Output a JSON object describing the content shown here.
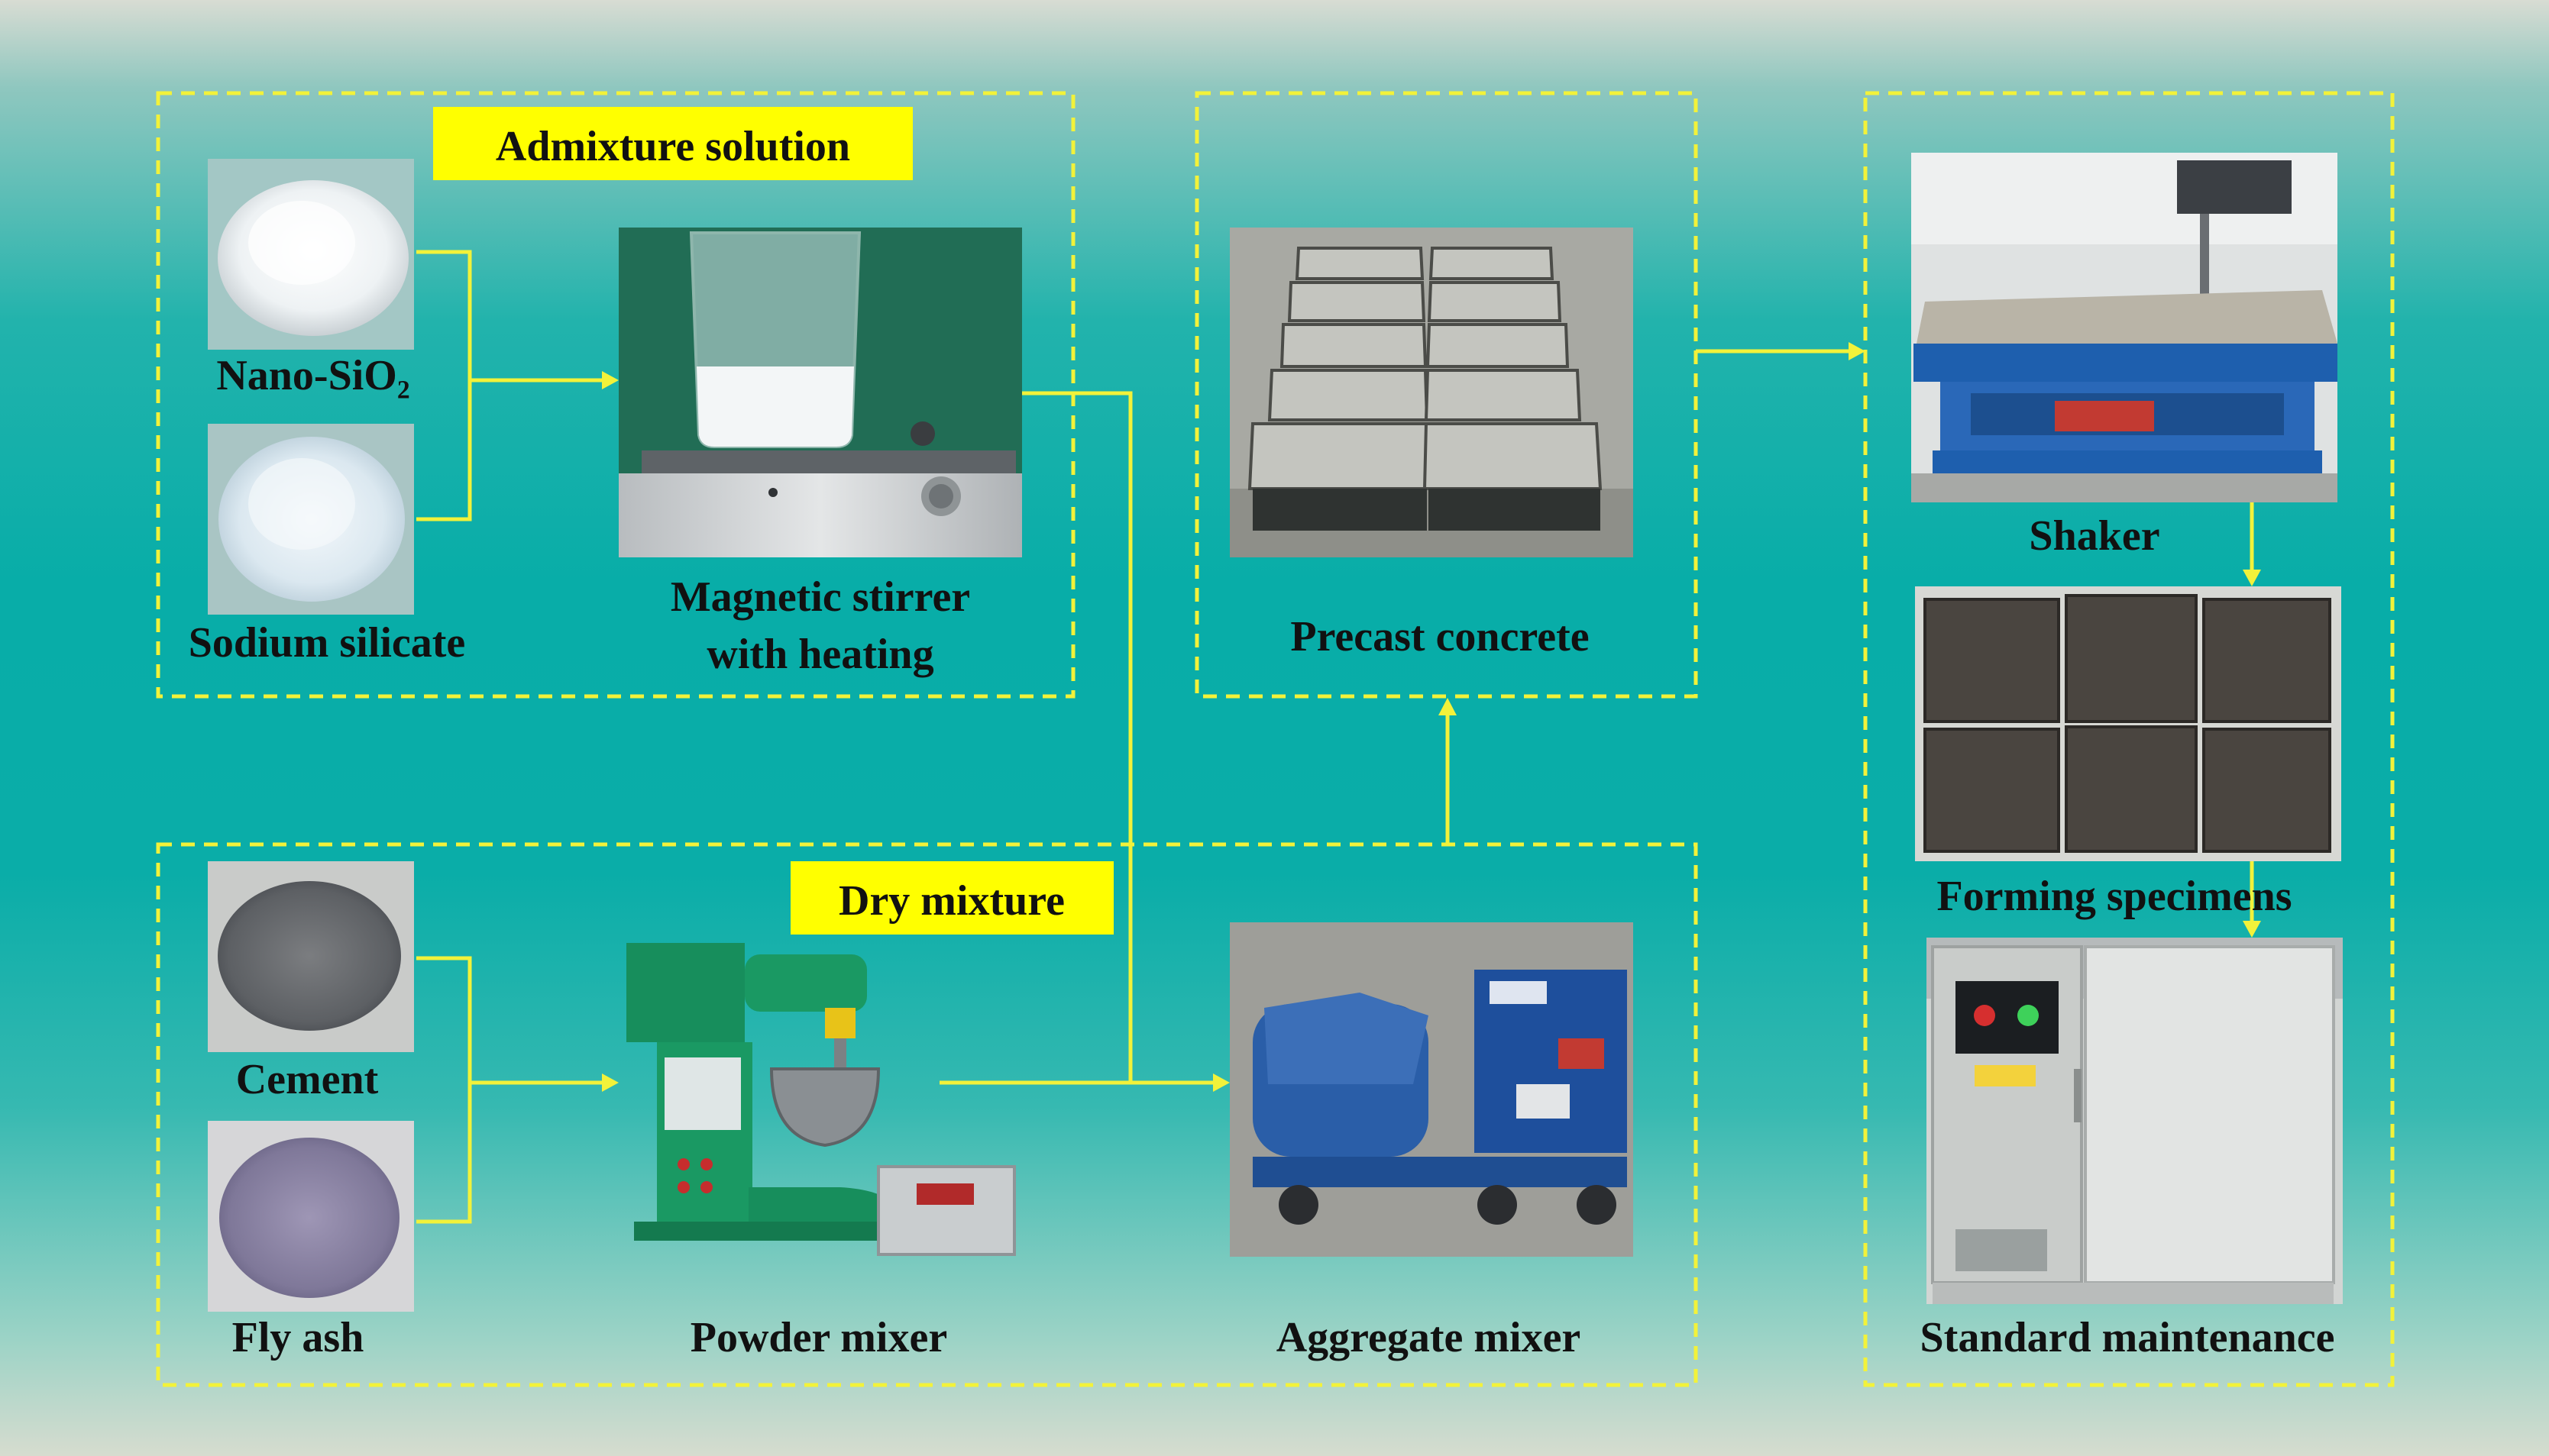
{
  "groups": {
    "admixture_title": "Admixture solution",
    "dry_title": "Dry mixture"
  },
  "items": {
    "nano_sio2": "Nano-SiO₂",
    "sodium_silicate": "Sodium silicate",
    "stirrer_line1": "Magnetic stirrer",
    "stirrer_line2": "with heating",
    "precast": "Precast concrete",
    "shaker": "Shaker",
    "forming": "Forming specimens",
    "standard": "Standard maintenance",
    "cement": "Cement",
    "fly_ash": "Fly ash",
    "powder_mixer": "Powder mixer",
    "aggregate_mixer": "Aggregate mixer"
  },
  "colors": {
    "flow": "#f2f23a",
    "title_box": "#ffff00",
    "background": "#08ada8"
  }
}
